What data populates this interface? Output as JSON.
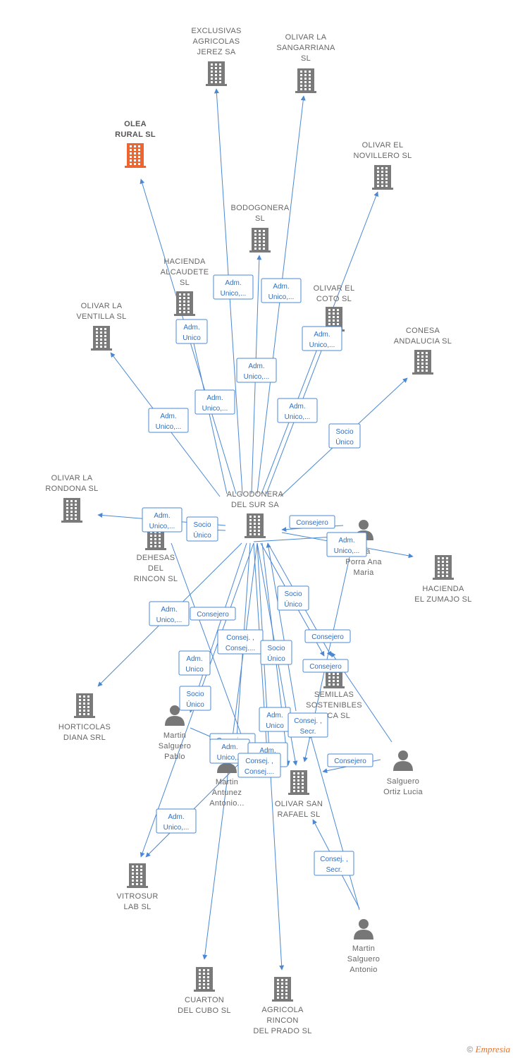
{
  "nodes": [
    {
      "id": "algodonera",
      "type": "company",
      "lines": [
        "ALGODONERA",
        "DEL SUR SA"
      ]
    },
    {
      "id": "olea",
      "type": "company",
      "focus": true,
      "lines": [
        "OLEA",
        "RURAL  SL"
      ]
    },
    {
      "id": "exclusivas",
      "type": "company",
      "lines": [
        "EXCLUSIVAS",
        "AGRICOLAS",
        "JEREZ SA"
      ]
    },
    {
      "id": "sangarriana",
      "type": "company",
      "lines": [
        "OLIVAR LA",
        "SANGARRIANA",
        "SL"
      ]
    },
    {
      "id": "novillero",
      "type": "company",
      "lines": [
        "OLIVAR EL",
        "NOVILLERO  SL"
      ]
    },
    {
      "id": "bodogonera",
      "type": "company",
      "lines": [
        "BODOGONERA",
        "SL"
      ]
    },
    {
      "id": "alcaudete",
      "type": "company",
      "lines": [
        "HACIENDA",
        "ALCAUDETE",
        "SL"
      ]
    },
    {
      "id": "coto",
      "type": "company",
      "lines": [
        "OLIVAR EL",
        "COTO  SL"
      ]
    },
    {
      "id": "ventilla",
      "type": "company",
      "lines": [
        "OLIVAR LA",
        "VENTILLA  SL"
      ]
    },
    {
      "id": "conesa",
      "type": "company",
      "lines": [
        "CONESA",
        "ANDALUCIA  SL"
      ]
    },
    {
      "id": "rondona",
      "type": "company",
      "lines": [
        "OLIVAR LA",
        "RONDONA  SL"
      ]
    },
    {
      "id": "dehesas",
      "type": "company",
      "lines": [
        "DEHESAS",
        "DEL",
        "RINCON  SL"
      ]
    },
    {
      "id": "porra",
      "type": "person",
      "lines": [
        "...ia",
        "Porra Ana",
        "Maria"
      ]
    },
    {
      "id": "zumajo",
      "type": "company",
      "lines": [
        "HACIENDA",
        "EL ZUMAJO  SL"
      ]
    },
    {
      "id": "horticolas",
      "type": "company",
      "lines": [
        "HORTICOLAS",
        "DIANA SRL"
      ]
    },
    {
      "id": "semillas",
      "type": "company",
      "lines": [
        "SEMILLAS",
        "SOSTENIBLES",
        "...ICA SL"
      ]
    },
    {
      "id": "pablo",
      "type": "person",
      "lines": [
        "Martin",
        "Salguero",
        "Pablo"
      ]
    },
    {
      "id": "antunez",
      "type": "person",
      "lines": [
        "Martin",
        "Antunez",
        "Antonio..."
      ]
    },
    {
      "id": "sanrafael",
      "type": "company",
      "lines": [
        "OLIVAR SAN",
        "RAFAEL  SL"
      ]
    },
    {
      "id": "lucia",
      "type": "person",
      "lines": [
        "Salguero",
        "Ortiz Lucia"
      ]
    },
    {
      "id": "vitrosur",
      "type": "company",
      "lines": [
        "VITROSUR",
        "LAB SL"
      ]
    },
    {
      "id": "antonio",
      "type": "person",
      "lines": [
        "Martin",
        "Salguero",
        "Antonio"
      ]
    },
    {
      "id": "cuarton",
      "type": "company",
      "lines": [
        "CUARTON",
        "DEL CUBO SL"
      ]
    },
    {
      "id": "agricola",
      "type": "company",
      "lines": [
        "AGRICOLA",
        "RINCON",
        "DEL PRADO SL"
      ]
    }
  ],
  "edge_labels": [
    {
      "lines": [
        "Adm.",
        "Unico,..."
      ]
    },
    {
      "lines": [
        "Adm.",
        "Unico,..."
      ]
    },
    {
      "lines": [
        "Adm.",
        "Unico"
      ]
    },
    {
      "lines": [
        "Adm.",
        "Unico,..."
      ]
    },
    {
      "lines": [
        "Adm.",
        "Unico,..."
      ]
    },
    {
      "lines": [
        "Adm.",
        "Unico,..."
      ]
    },
    {
      "lines": [
        "Adm.",
        "Unico,..."
      ]
    },
    {
      "lines": [
        "Adm.",
        "Unico,..."
      ]
    },
    {
      "lines": [
        "Socio",
        "Único"
      ]
    },
    {
      "lines": [
        "Adm.",
        "Unico,..."
      ]
    },
    {
      "lines": [
        "Socio",
        "Único"
      ]
    },
    {
      "lines": [
        "Consejero"
      ]
    },
    {
      "lines": [
        "Adm.",
        "Unico,..."
      ]
    },
    {
      "lines": [
        "Socio",
        "Único"
      ]
    },
    {
      "lines": [
        "Adm.",
        "Unico,..."
      ]
    },
    {
      "lines": [
        "Consejero"
      ]
    },
    {
      "lines": [
        "Consej. ,",
        "Consej...."
      ]
    },
    {
      "lines": [
        "Socio",
        "Único"
      ]
    },
    {
      "lines": [
        "Consejero"
      ]
    },
    {
      "lines": [
        "Consejero"
      ]
    },
    {
      "lines": [
        "Adm.",
        "Unico"
      ]
    },
    {
      "lines": [
        "Socio",
        "Único"
      ]
    },
    {
      "lines": [
        "Adm.",
        "Unico"
      ]
    },
    {
      "lines": [
        "Consej. ,",
        "Secr."
      ]
    },
    {
      "lines": [
        "Consejero"
      ]
    },
    {
      "lines": [
        "Adm.",
        "Unico,..."
      ]
    },
    {
      "lines": [
        "Adm.",
        "..."
      ]
    },
    {
      "lines": [
        "Consej. ,",
        "Consej...."
      ]
    },
    {
      "lines": [
        "Consejero"
      ]
    },
    {
      "lines": [
        "Adm.",
        "Unico,..."
      ]
    },
    {
      "lines": [
        "Consej. ,",
        "Secr."
      ]
    }
  ],
  "watermark": {
    "symbol": "©",
    "brand": "Empresia"
  },
  "colors": {
    "edge": "#4a88d4",
    "focus_node": "#f0642e",
    "node": "#7a7a7a"
  }
}
